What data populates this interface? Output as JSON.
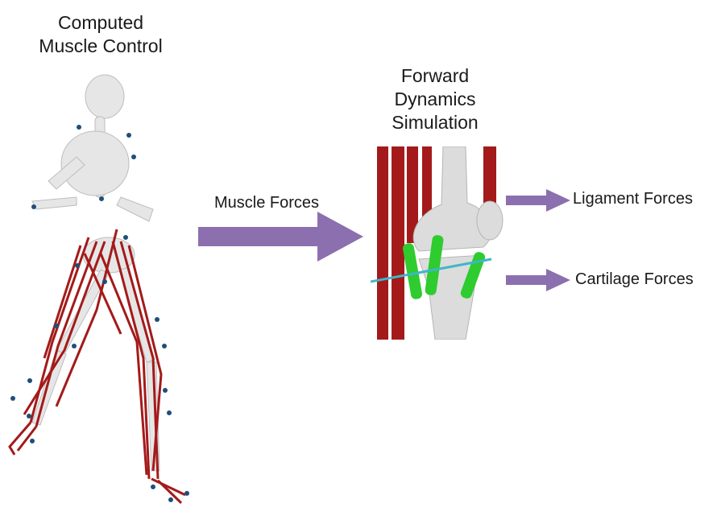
{
  "labels": {
    "computed_muscle_control_line1": "Computed",
    "computed_muscle_control_line2": "Muscle Control",
    "forward_dynamics_line1": "Forward",
    "forward_dynamics_line2": "Dynamics",
    "forward_dynamics_line3": "Simulation",
    "muscle_forces": "Muscle Forces",
    "ligament_forces": "Ligament Forces",
    "cartilage_forces": "Cartilage Forces"
  },
  "colors": {
    "arrow": "#8c6fae",
    "muscle": "#a41a1a",
    "bone": "#d9d9d9",
    "ligament": "#2ecc2e",
    "marker": "#1f4e79",
    "contact_plane": "#3fb6c8"
  },
  "icons": [
    "walking-skeleton-model",
    "knee-joint-model",
    "right-arrow"
  ]
}
